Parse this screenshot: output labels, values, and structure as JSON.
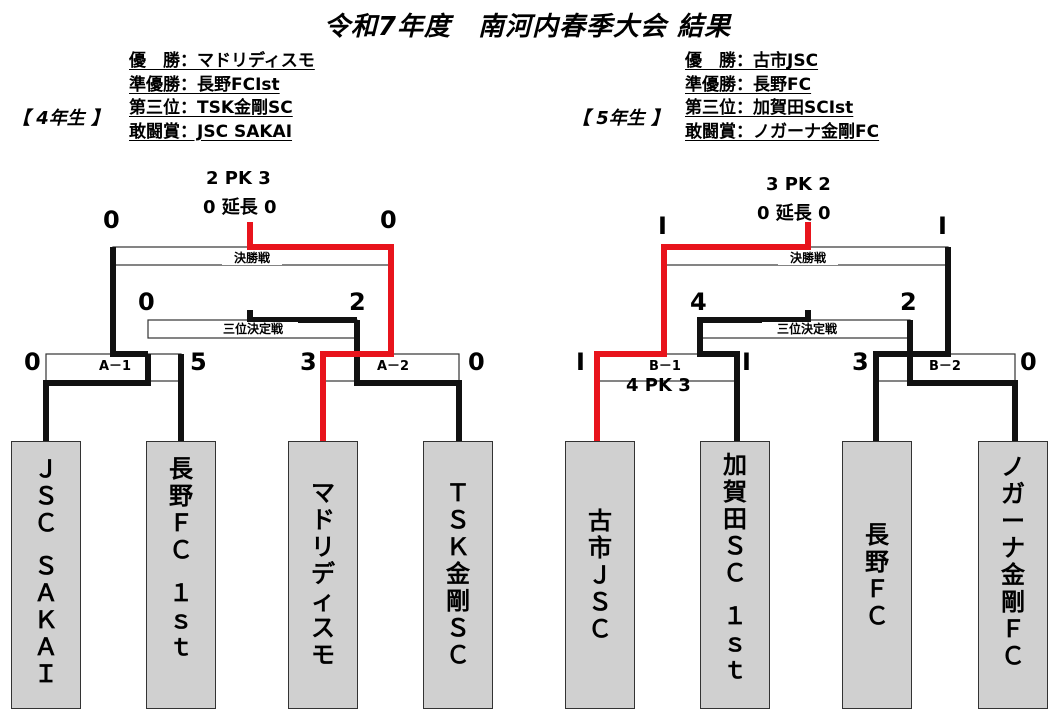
{
  "title": "令和7年度　南河内春季大会 結果",
  "grade4": {
    "label": "【 4年生 】",
    "results": [
      "優　勝：マドリディスモ",
      "準優勝：長野FCⅠst",
      "第三位：TSK金剛SC",
      "敢闘賞：JSC SAKAI"
    ],
    "final_pk": "2 PK 3",
    "final_et": "0 延長 0",
    "final_label": "決勝戦",
    "third_label": "三位決定戦",
    "match_a1": "A－1",
    "match_a2": "A－2",
    "scores": {
      "final_left": "0",
      "final_right": "0",
      "third_left": "0",
      "third_right": "2",
      "a1_left": "0",
      "a1_right": "5",
      "a2_left": "3",
      "a2_right": "0"
    },
    "teams": [
      "ＪＳＣ　ＳＡＫＡＩ",
      "長野ＦＣ　１ｓｔ",
      "マドリディスモ",
      "ＴＳＫ金剛ＳＣ"
    ]
  },
  "grade5": {
    "label": "【 5年生 】",
    "results": [
      "優　勝：古市JSC",
      "準優勝：長野FC",
      "第三位：加賀田SCⅠst",
      "敢闘賞：ノガーナ金剛FC"
    ],
    "final_pk": "3 PK 2",
    "final_et": "0 延長 0",
    "final_label": "決勝戦",
    "third_label": "三位決定戦",
    "match_b1": "B－1",
    "match_b2": "B－2",
    "b1_pk": "4 PK 3",
    "scores": {
      "final_left": "Ⅰ",
      "final_right": "Ⅰ",
      "third_left": "4",
      "third_right": "2",
      "b1_left": "Ⅰ",
      "b1_right": "Ⅰ",
      "b2_left": "3",
      "b2_right": "0"
    },
    "teams": [
      "古市ＪＳＣ",
      "加賀田ＳＣ　１ｓｔ",
      "長野ＦＣ",
      "ノガーナ金剛ＦＣ"
    ]
  },
  "colors": {
    "winner_line": "#e8141c",
    "line": "#111111",
    "thin_line": "#333333",
    "team_box": "#d0d0d0"
  }
}
